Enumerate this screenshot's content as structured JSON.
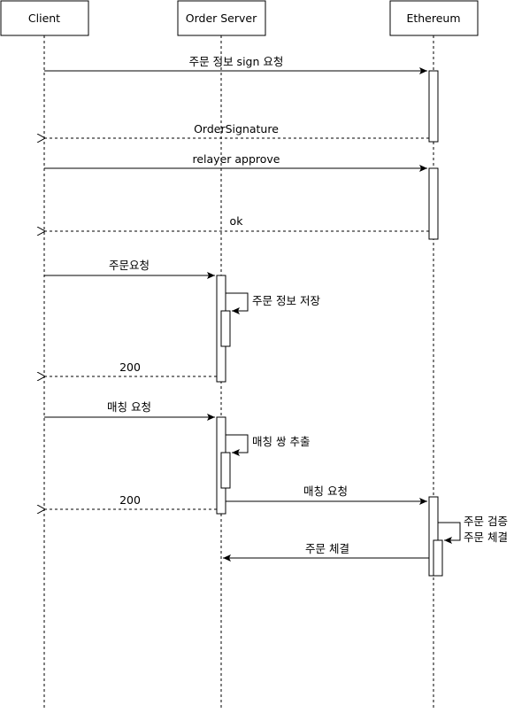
{
  "participants": {
    "client": "Client",
    "order_server": "Order Server",
    "ethereum": "Ethereum"
  },
  "messages": {
    "m1": "주문 정보 sign 요청",
    "m2": "OrderSignature",
    "m3": "relayer approve",
    "m4": "ok",
    "m5": "주문요청",
    "m6": "주문 정보 저장",
    "m7": "200",
    "m8": "매칭 요청",
    "m9": "매칭 쌍 추출",
    "m10": "200",
    "m11": "매칭 요청",
    "m12_line1": "주문 검증",
    "m12_line2": "주문 체결",
    "m13": "주문 체결"
  }
}
